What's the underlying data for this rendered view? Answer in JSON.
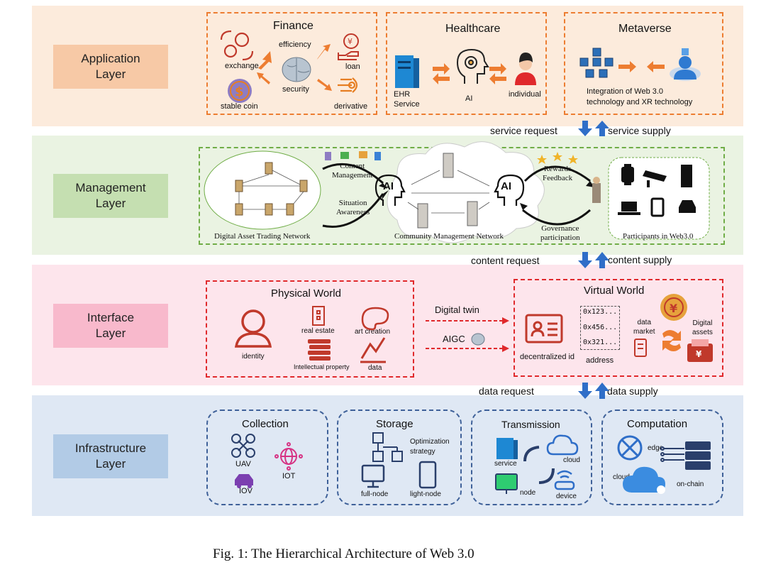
{
  "layers": {
    "application": {
      "label": "Application\nLayer",
      "bg": "#fcebdc",
      "label_bg": "#f7c9a6"
    },
    "management": {
      "label": "Management\nLayer",
      "bg": "#eaf3e2",
      "label_bg": "#c5dfb1"
    },
    "interface": {
      "label": "Interface\nLayer",
      "bg": "#fde5ec",
      "label_bg": "#f8b9cc"
    },
    "infrastructure": {
      "label": "Infrastructure\nLayer",
      "bg": "#dfe8f4",
      "label_bg": "#b2cbe6"
    }
  },
  "colors": {
    "orange": "#ed7d31",
    "green": "#70ad47",
    "red": "#e0292c",
    "blue": "#3f6199",
    "arrow_blue": "#2f6ec8"
  },
  "finance": {
    "title": "Finance",
    "efficiency": "efficiency",
    "exchange": "exchange",
    "loan": "loan",
    "security": "security",
    "stable_coin": "stable coin",
    "derivative": "derivative"
  },
  "healthcare": {
    "title": "Healthcare",
    "ehr": "EHR\nService",
    "ai": "AI",
    "individual": "individual"
  },
  "metaverse": {
    "title": "Metaverse",
    "caption": "Integration of Web 3.0\ntechnology and XR technology"
  },
  "flow1": {
    "request": "service request",
    "supply": "service supply"
  },
  "management": {
    "trading_network": "Digital Asset Trading Network",
    "content_management": "Content\nManagement",
    "situation_awareness": "Situation\nAwareness",
    "community_network": "Community Management Network",
    "rewards_feedback": "Rewards\nFeedback",
    "governance": "Governance\nparticipation",
    "participants": "Participants in Web3.0",
    "ai_label": "AI"
  },
  "flow2": {
    "request": "content request",
    "supply": "content supply"
  },
  "interface": {
    "physical_world": "Physical World",
    "identity": "identity",
    "real_estate": "real estate",
    "art_creation": "art creation",
    "intellectual_property": "Intellectual property",
    "data": "data",
    "digital_twin": "Digital twin",
    "aigc": "AIGC",
    "virtual_world": "Virtual World",
    "decentralized_id": "decentralized id",
    "addresses": [
      "0x123...",
      "0x456...",
      "0x321..."
    ],
    "address": "address",
    "data_market": "data\nmarket",
    "digital_assets": "Digital\nassets"
  },
  "flow3": {
    "request": "data request",
    "supply": "data supply"
  },
  "infrastructure": {
    "collection": {
      "title": "Collection",
      "uav": "UAV",
      "iot": "IOT",
      "iov": "IOV"
    },
    "storage": {
      "title": "Storage",
      "optimization": "Optimization\nstrategy",
      "full_node": "full-node",
      "light_node": "light-node"
    },
    "transmission": {
      "title": "Transmission",
      "service": "service",
      "cloud": "cloud",
      "node": "node",
      "device": "device"
    },
    "computation": {
      "title": "Computation",
      "edge": "edge",
      "cloud": "cloud",
      "on_chain": "on-chain"
    }
  },
  "caption": "Fig. 1: The Hierarchical Architecture of Web 3.0"
}
